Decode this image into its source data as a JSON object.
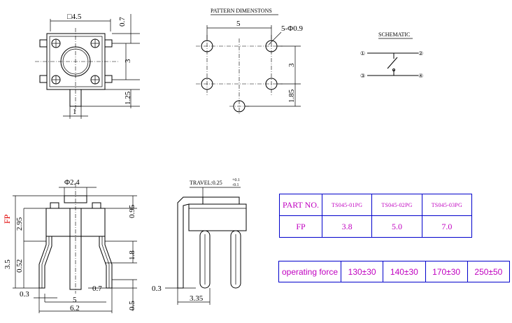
{
  "top_view": {
    "width_label": "□4.5",
    "dim_0_7": "0.7",
    "dim_3": "3",
    "dim_1_25": "1.25",
    "dim_1": "1"
  },
  "pattern": {
    "title": "PATTERN DIMENSTONS",
    "dim_5": "5",
    "holes": "5-Φ0.9",
    "dim_3": "3",
    "dim_1_85": "1.85"
  },
  "schematic": {
    "title": "SCHEMATIC",
    "pins": [
      "①",
      "②",
      "③",
      "④"
    ]
  },
  "front_view": {
    "cap_dia": "Φ2.4",
    "fp": "FP",
    "dim_2_95": "2.95",
    "dim_3_5": "3.5",
    "dim_0_52": "0.52",
    "dim_0_3": "0.3",
    "dim_5": "5",
    "dim_0_7": "0.7",
    "dim_6_2": "6.2",
    "dim_0_95": "0.95",
    "dim_1_8": "1.8",
    "dim_0_5": "0.5"
  },
  "side_view": {
    "travel": "TRAVEL:0.25",
    "travel_tol_plus": "+0.1",
    "travel_tol_minus": "-0.1",
    "dim_0_3": "0.3",
    "dim_3_35": "3.35"
  },
  "parts_table": {
    "header": [
      "PART NO.",
      "TS045-01PG",
      "TS045-02PG",
      "TS045-03PG"
    ],
    "row": [
      "FP",
      "3.8",
      "5.0",
      "7.0"
    ]
  },
  "force_table": {
    "cells": [
      "operating force",
      "130±30",
      "140±30",
      "170±30",
      "250±50"
    ]
  }
}
